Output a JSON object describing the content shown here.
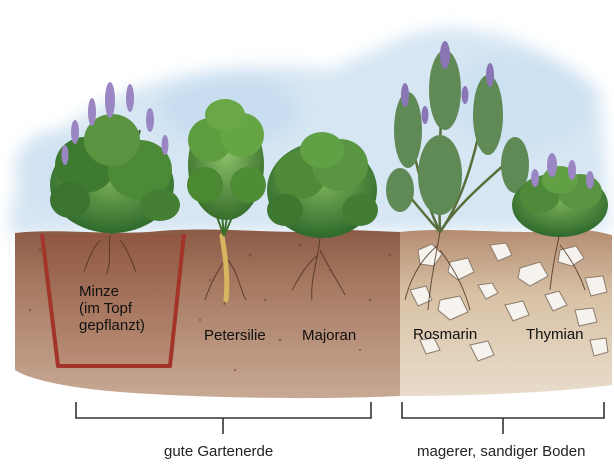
{
  "plants": {
    "minze": {
      "line1": "Minze",
      "line2": "(im Topf",
      "line3": "gepflanzt)"
    },
    "petersilie": "Petersilie",
    "majoran": "Majoran",
    "rosmarin": "Rosmarin",
    "thymian": "Thymian"
  },
  "soils": {
    "garden": "gute Gartenerde",
    "sandy": "magerer, sandiger Boden"
  },
  "colors": {
    "sky": "#cfe2f1",
    "garden_soil": "#a77a62",
    "sandy_soil": "#dcc8ae",
    "foliage": "#4e8a3a",
    "flower": "#9a86c2",
    "pot": "#a2342a",
    "bracket": "#333333"
  }
}
